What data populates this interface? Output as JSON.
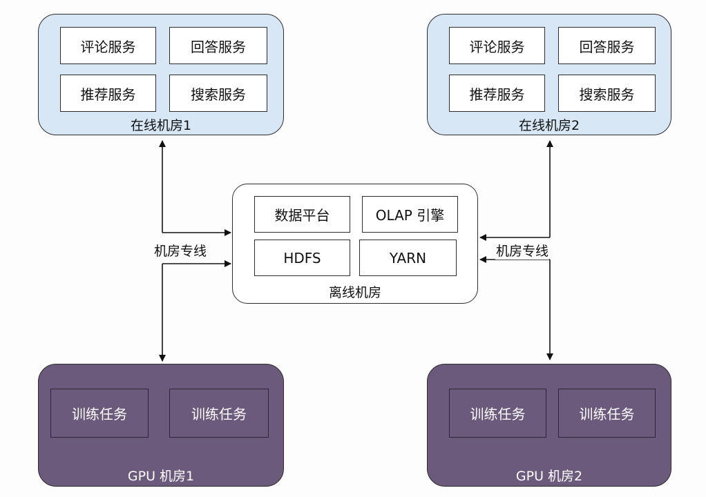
{
  "online_rooms": [
    {
      "label": "在线机房1",
      "services": [
        "评论服务",
        "回答服务",
        "推荐服务",
        "搜索服务"
      ]
    },
    {
      "label": "在线机房2",
      "services": [
        "评论服务",
        "回答服务",
        "推荐服务",
        "搜索服务"
      ]
    }
  ],
  "offline_room": {
    "label": "离线机房",
    "components": [
      "数据平台",
      "OLAP 引擎",
      "HDFS",
      "YARN"
    ]
  },
  "gpu_rooms": [
    {
      "label": "GPU 机房1",
      "tasks": [
        "训练任务",
        "训练任务"
      ]
    },
    {
      "label": "GPU 机房2",
      "tasks": [
        "训练任务",
        "训练任务"
      ]
    }
  ],
  "links": {
    "left_label": "机房专线",
    "right_label": "机房专线"
  },
  "colors": {
    "online_fill": "#d7e7f6",
    "gpu_fill": "#6b5a7c",
    "stroke": "#2b2b2b"
  }
}
